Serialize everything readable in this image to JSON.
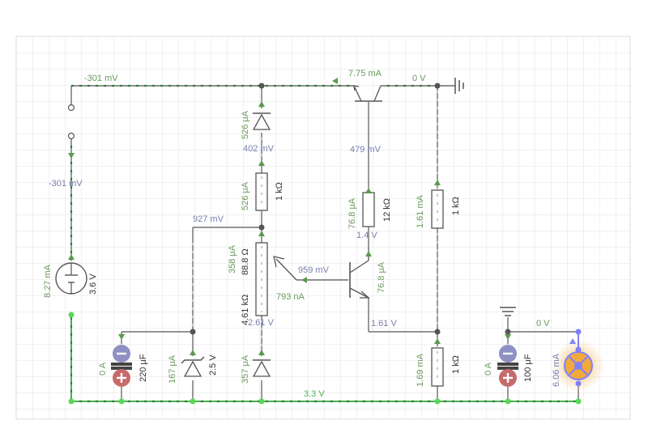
{
  "colors": {
    "grid": "#e6e6e6",
    "wire": "#555555",
    "live_wire": "#4caf50",
    "current_label": "#6a9a5c",
    "voltage_label": "#7b7dae",
    "selection": "#8080ff",
    "bulb": "#f0a830"
  },
  "labels": {
    "v_top_left": "-301 mV",
    "v_left": "-301 mV",
    "i_source": "8.27 mA",
    "source_value": "3.6 V",
    "i_q1_emitter": "7.75 mA",
    "v_gnd_top": "0 V",
    "i_d1": "526 μA",
    "v_d1_bottom": "402 mV",
    "i_r1": "526 μA",
    "r1_value": "1 kΩ",
    "v_mid": "927 mV",
    "i_pot": "358 μA",
    "pot_value_top": "88.8 Ω",
    "pot_value_bottom": "4.61 kΩ",
    "v_pot_bottom": "2.61 V",
    "v_wiper": "959 mV",
    "i_wiper": "793 nA",
    "v_q1_base": "479 mV",
    "i_r12k": "76.8 μA",
    "r12k_value": "12 kΩ",
    "v_r12k_bottom": "1.4 V",
    "i_q2_collector": "76.8 μA",
    "i_r_right": "1.61 mA",
    "r_right_value": "1 kΩ",
    "v_q2_emitter": "1.61 V",
    "i_r_bottom": "1.69 mA",
    "r_bottom_value": "1 kΩ",
    "i_c1": "0 A",
    "c1_value": "220 μF",
    "i_zener": "167 μA",
    "zener_value": "2.5 V",
    "i_d2": "357 μA",
    "v_bottom_rail": "3.3 V",
    "i_c2": "0 A",
    "c2_value": "100 μF",
    "v_gnd_right": "0 V",
    "i_lamp": "6.06 mA"
  }
}
